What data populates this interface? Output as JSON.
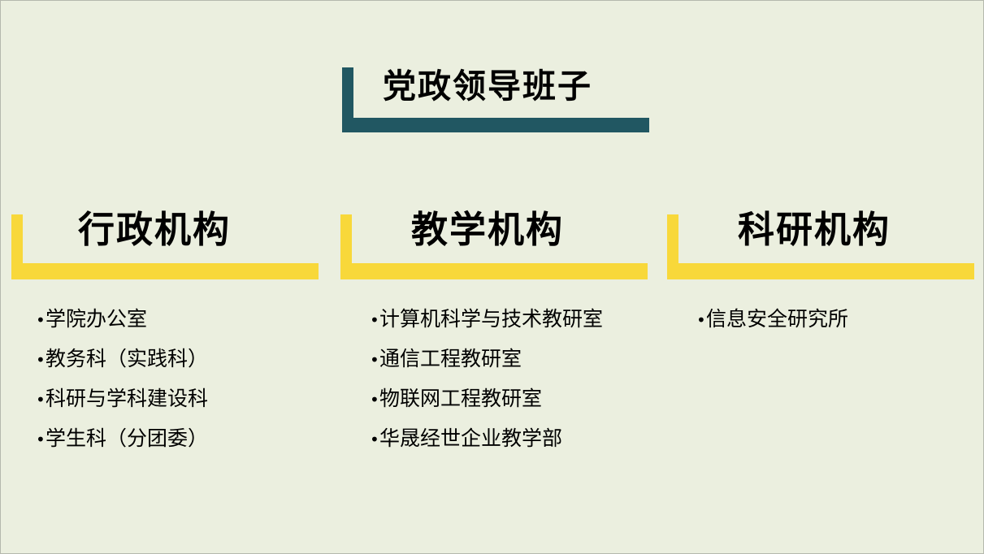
{
  "colors": {
    "background": "#ebefdf",
    "dark_bracket": "#215762",
    "yellow_bracket": "#f8d83a",
    "text": "#000000"
  },
  "leadership": {
    "title": "党政领导班子"
  },
  "columns": [
    {
      "title": "行政机构",
      "items": [
        "学院办公室",
        "教务科（实践科）",
        "科研与学科建设科",
        "学生科（分团委）"
      ]
    },
    {
      "title": "教学机构",
      "items": [
        "计算机科学与技术教研室",
        "通信工程教研室",
        "物联网工程教研室",
        "华晟经世企业教学部"
      ]
    },
    {
      "title": "科研机构",
      "items": [
        "信息安全研究所"
      ]
    }
  ]
}
